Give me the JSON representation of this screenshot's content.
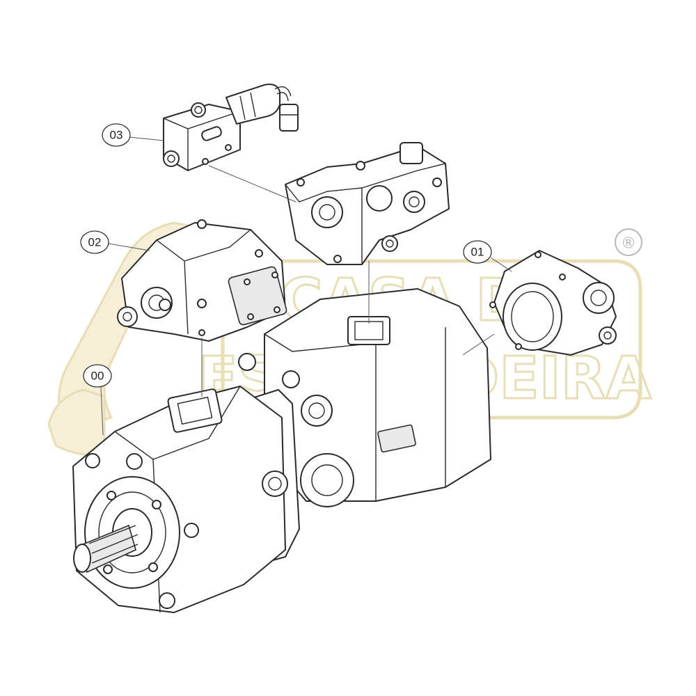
{
  "callouts": [
    {
      "id": "callout-03",
      "label": "03"
    },
    {
      "id": "callout-02",
      "label": "02"
    },
    {
      "id": "callout-01",
      "label": "01"
    },
    {
      "id": "callout-00",
      "label": "00"
    }
  ],
  "watermark": {
    "line1": "CASA DA",
    "line2": "ESCAVADEIRA",
    "registered": "®",
    "color": "#e3d9a8"
  },
  "colors": {
    "line": "#2a2a2a",
    "shade": "#e9e9e9"
  }
}
